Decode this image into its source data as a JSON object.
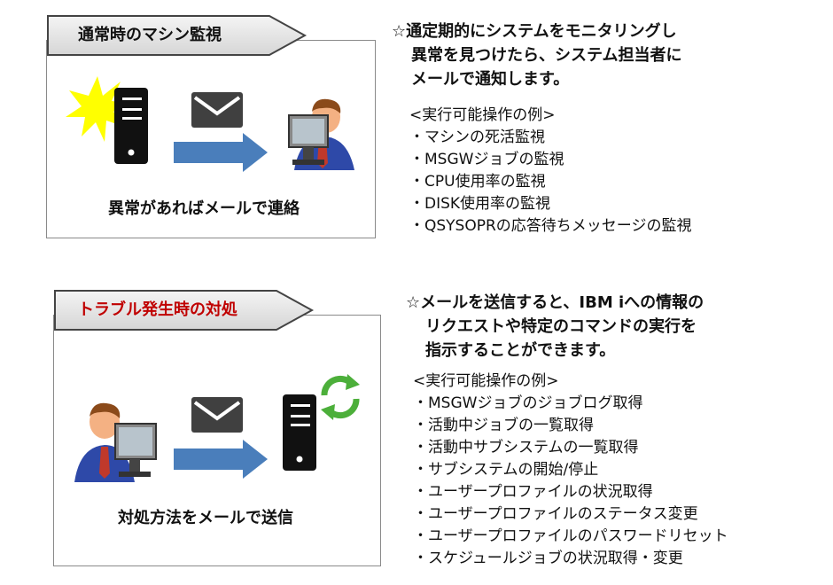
{
  "section1": {
    "tag": "通常時のマシン監視",
    "caption": "異常があればメールで連絡",
    "heading": [
      "☆通定期的にシステムをモニタリングし",
      "異常を見つけたら、システム担当者に",
      "メールで通知します。"
    ],
    "ops_title": "<実行可能操作の例>",
    "ops": [
      "・マシンの死活監視",
      "・MSGWジョブの監視",
      "・CPU使用率の監視",
      "・DISK使用率の監視",
      "・QSYSOPRの応答待ちメッセージの監視"
    ]
  },
  "section2": {
    "tag": "トラブル発生時の対処",
    "caption": "対処方法をメールで送信",
    "heading": [
      "☆メールを送信すると、IBM iへの情報の",
      "リクエストや特定のコマンドの実行を",
      "指示することができます。"
    ],
    "ops_title": "<実行可能操作の例>",
    "ops": [
      "・MSGWジョブのジョブログ取得",
      "・活動中ジョブの一覧取得",
      "・活動中サブシステムの一覧取得",
      "・サブシステムの開始/停止",
      "・ユーザープロファイルの状況取得",
      "・ユーザープロファイルのステータス変更",
      "・ユーザープロファイルのパスワードリセット",
      "・スケジュールジョブの状況取得・変更"
    ]
  },
  "colors": {
    "tag1_text": "#111111",
    "tag2_text": "#c00000",
    "arrow": "#4a7ebb",
    "envelope": "#404040",
    "burst": "#ffff00",
    "recycle": "#4caf3a"
  }
}
